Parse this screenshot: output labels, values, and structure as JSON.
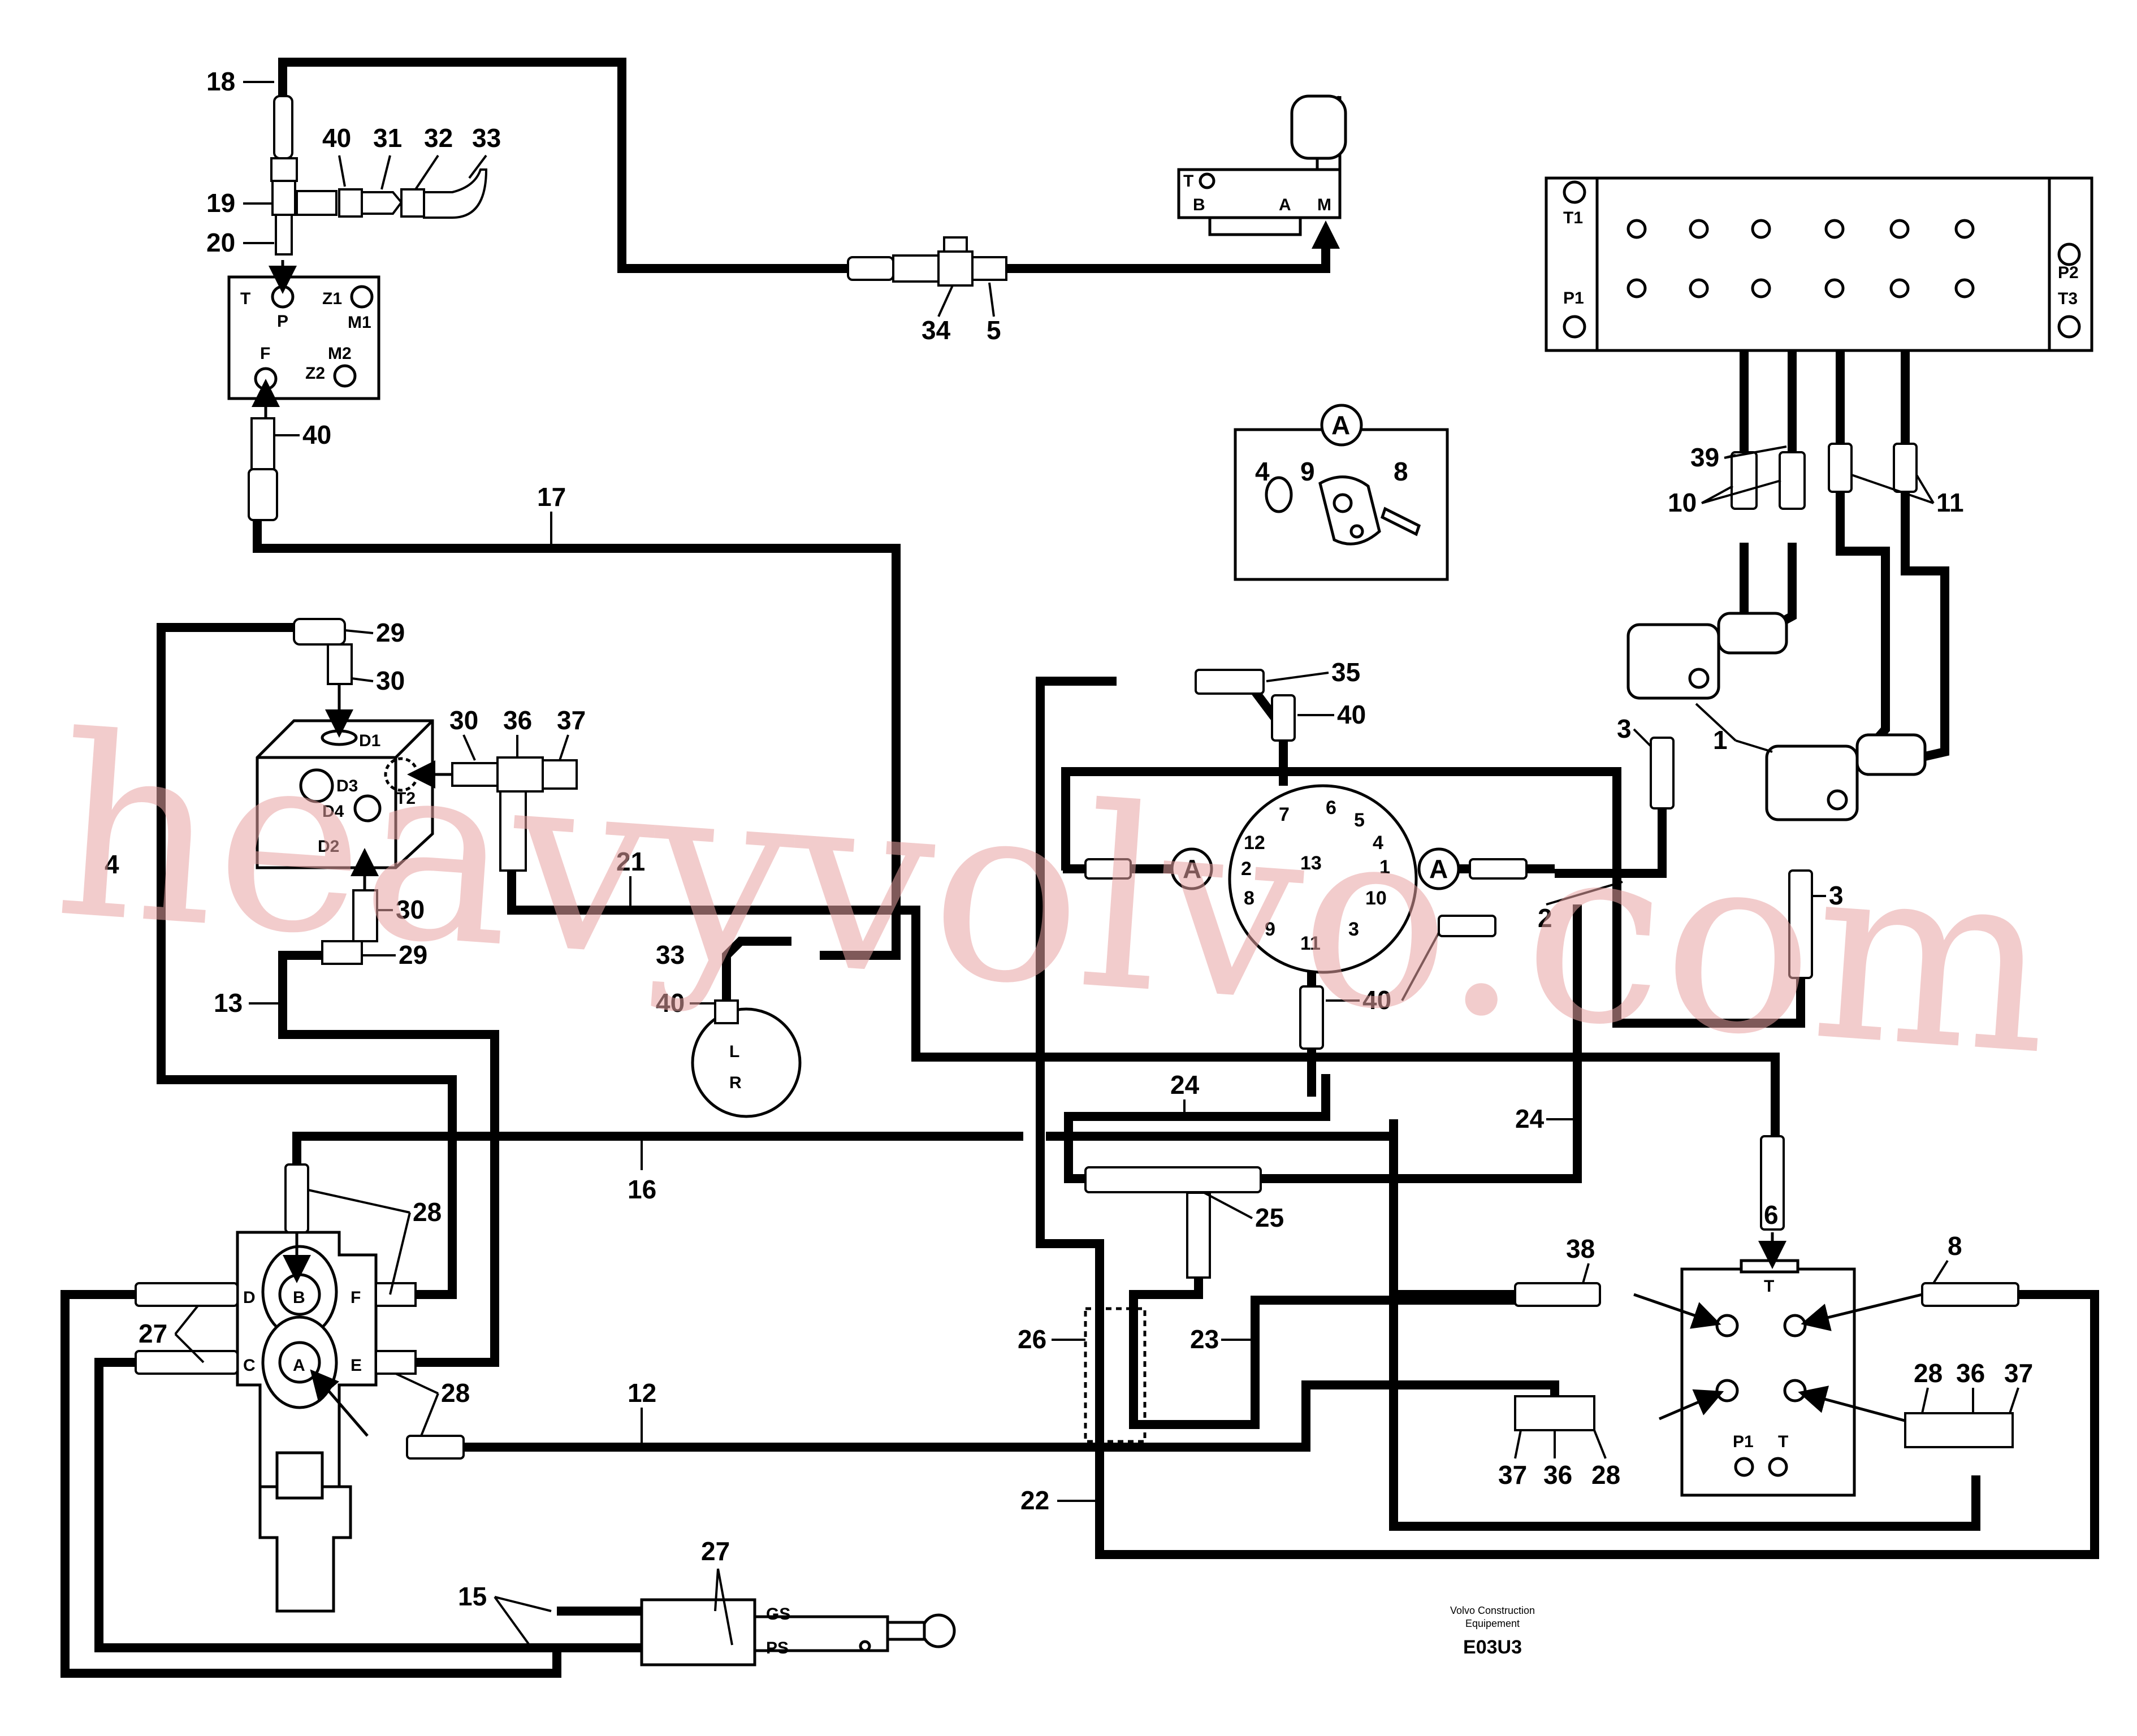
{
  "labels": {
    "l1": "1",
    "l2": "2",
    "l3a": "3",
    "l3b": "3",
    "l4": "4",
    "l5": "5",
    "l6": "6",
    "l8a": "8",
    "l8b": "8",
    "l9": "9",
    "l10": "10",
    "l11": "11",
    "l12": "12",
    "l13": "13",
    "l15": "15",
    "l16": "16",
    "l17": "17",
    "l18": "18",
    "l19": "19",
    "l20": "20",
    "l21": "21",
    "l22": "22",
    "l23": "23",
    "l24a": "24",
    "l24b": "24",
    "l25": "25",
    "l26": "26",
    "l27a": "27",
    "l27b": "27",
    "l28a": "28",
    "l28b": "28",
    "l28c": "28",
    "l28d": "28",
    "l29a": "29",
    "l29b": "29",
    "l30a": "30",
    "l30b": "30",
    "l30c": "30",
    "l31": "31",
    "l32": "32",
    "l33": "33",
    "l33b": "33",
    "l34": "34",
    "l35": "35",
    "l36a": "36",
    "l36b": "36",
    "l36c": "36",
    "l37a": "37",
    "l37b": "37",
    "l37c": "37",
    "l38": "38",
    "l39": "39",
    "l40a": "40",
    "l40b": "40",
    "l40c": "40",
    "l40d": "40",
    "l40e": "40",
    "l4detail": "4"
  },
  "ports": {
    "T": "T",
    "P": "P",
    "Z1": "Z1",
    "M1": "M1",
    "F": "F",
    "M2": "M2",
    "Z2": "Z2",
    "D1": "D1",
    "D3": "D3",
    "D4": "D4",
    "D2": "D2",
    "T2": "T2",
    "valve_T": "T",
    "valve_B": "B",
    "valve_A": "A",
    "valve_M": "M",
    "blk_T1": "T1",
    "blk_P1": "P1",
    "blk_P2": "P2",
    "blk_T3": "T3",
    "sel_L": "L",
    "sel_R": "R",
    "ctl_B": "B",
    "ctl_A": "A",
    "ctl_D": "D",
    "ctl_F": "F",
    "ctl_C": "C",
    "ctl_E": "E",
    "GS": "GS",
    "PS": "PS",
    "dist_T": "T",
    "dist_P1": "P1",
    "dist_T2": "T"
  },
  "connector_pins": {
    "p7": "7",
    "p6": "6",
    "p5": "5",
    "p4": "4",
    "p12": "12",
    "p13": "13",
    "p2": "2",
    "p1": "1",
    "p8": "8",
    "p10": "10",
    "p9": "9",
    "p11": "11",
    "p3": "3"
  },
  "detail": {
    "title": "A",
    "ref_left": "A",
    "ref_right": "A"
  },
  "footer": {
    "maker_line1": "Volvo Construction",
    "maker_line2": "Equipement",
    "code": "E03U3"
  },
  "watermark": "heavyvolvo.com"
}
